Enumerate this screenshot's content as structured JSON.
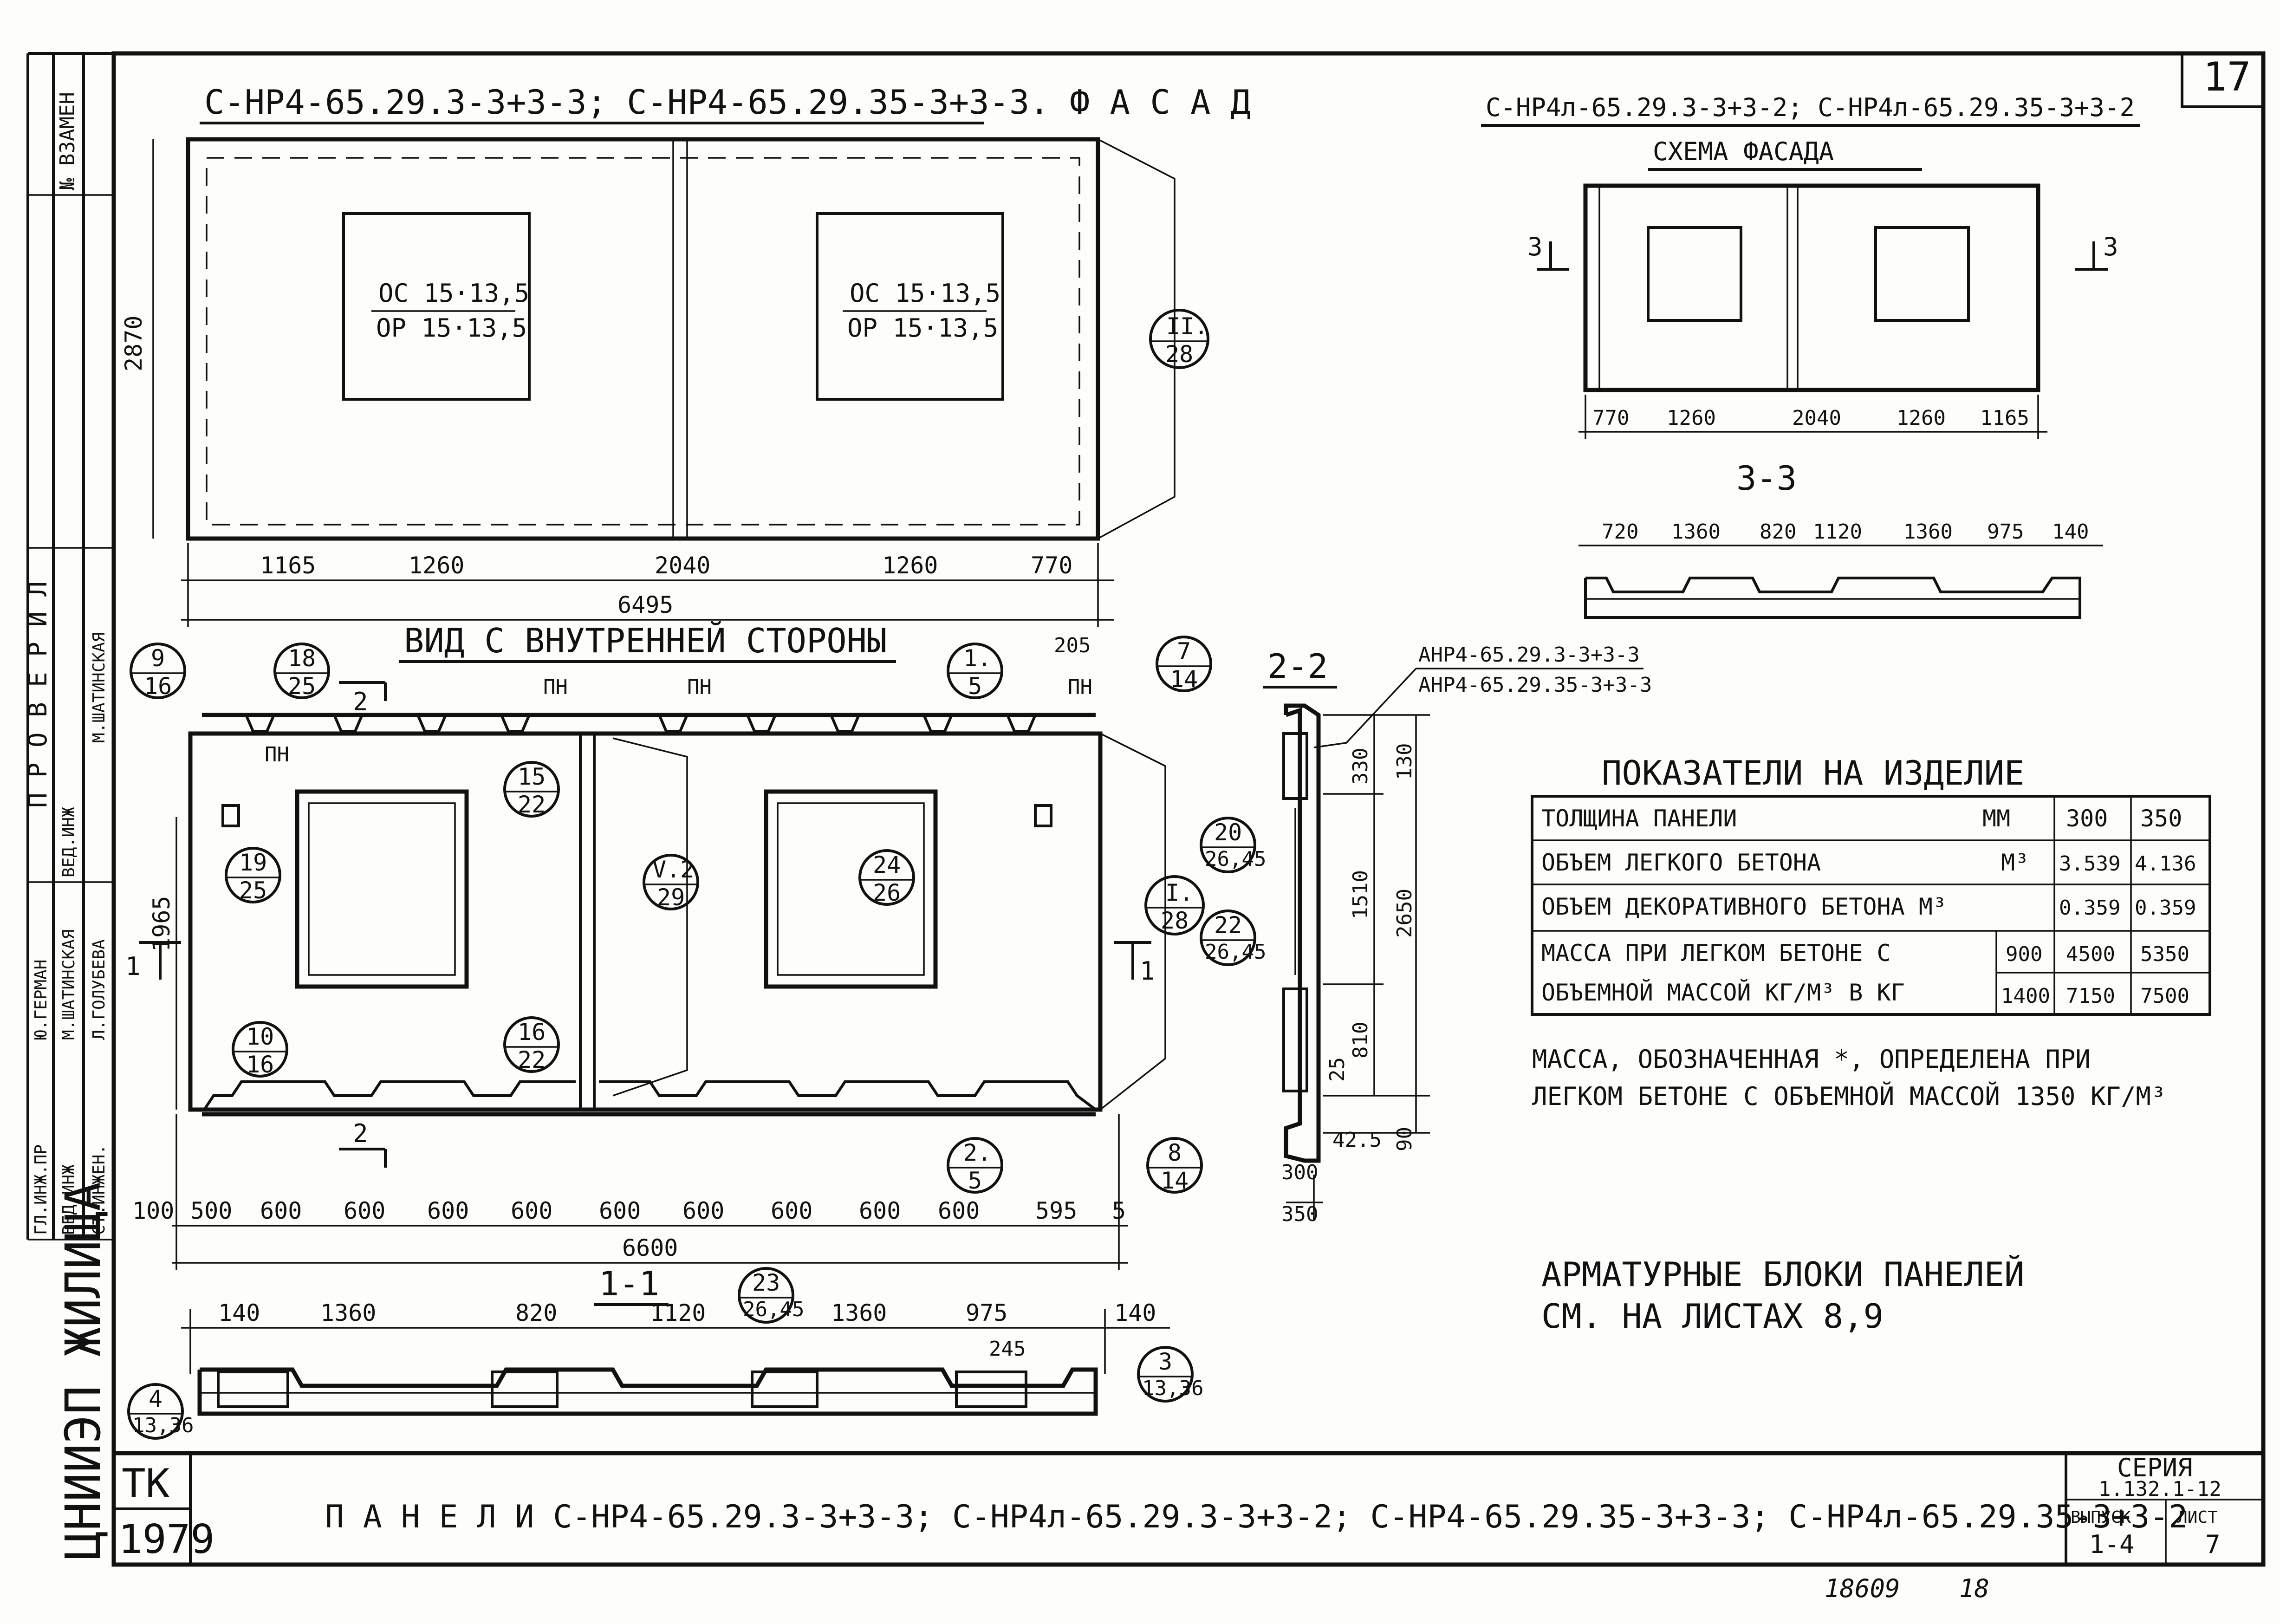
{
  "sheet": {
    "sheet_number": "17",
    "side_stamp": {
      "replace_label": "№ ВЗАМЕН",
      "checked_label": "П Р О В Е Р И Л",
      "roles": [
        "ГЛ.ИНЖ.ПР",
        "ВЕД.ИНЖ",
        "СТ.ИНЖЕН."
      ],
      "names": [
        "Ю.ГЕРМАН",
        "М.ШАТИНСКАЯ",
        "Л.ГОЛУБЕВА"
      ],
      "checker_role": "ВЕД.ИНЖ",
      "checker_name": "М.ШАТИНСКАЯ",
      "org": "ЦНИИЭП ЖИЛИЩА"
    },
    "code": "ТК",
    "year": "1979",
    "bottom_title": "П А Н Е Л И   С-НР4-65.29.3-3+3-3;  С-НР4л-65.29.3-3+3-2;  С-НР4-65.29.35-3+3-3;  С-НР4л-65.29.35-3+3-2",
    "series_label": "СЕРИЯ",
    "series_value": "1.132.1-12",
    "issue_label": "ВЫПУСК",
    "issue_value": "1-4",
    "page_label": "ЛИСТ",
    "page_value": "7",
    "archive_number": "18609",
    "archive_sub": "18"
  },
  "facade": {
    "title": "С-НР4-65.29.3-3+3-3;  С-НР4-65.29.35-3+3-3.  Ф А С А Д",
    "window_label_top": "ОС 15·13,5",
    "window_label_bottom": "ОР 15·13,5",
    "height_dim": "2870",
    "bottom_dims": [
      "1165",
      "1260",
      "2040",
      "1260",
      "770"
    ],
    "total_dim": "6495",
    "callout": {
      "top": "II.",
      "bottom": "28"
    }
  },
  "scheme": {
    "title": "С-НР4л-65.29.3-3+3-2;  С-НР4л-65.29.35-3+3-2",
    "subtitle": "СХЕМА  ФАСАДА",
    "section_mark": "3",
    "dims": [
      "770",
      "1260",
      "2040",
      "1260",
      "1165"
    ],
    "section_title": "3-3",
    "section_dims": [
      "720",
      "1360",
      "820",
      "1120",
      "1360",
      "975",
      "140"
    ]
  },
  "inner_view": {
    "title": "ВИД  С  ВНУТРЕННЕЙ  СТОРОНЫ",
    "pn_label": "ПН",
    "dim_205": "205",
    "height_dim": "1965",
    "section_mark_1": "1",
    "section_mark_2": "2",
    "callouts": [
      {
        "top": "9",
        "bottom": "16"
      },
      {
        "top": "18",
        "bottom": "25"
      },
      {
        "top": "1.",
        "bottom": "5"
      },
      {
        "top": "7",
        "bottom": "14"
      },
      {
        "top": "15",
        "bottom": "22"
      },
      {
        "top": "19",
        "bottom": "25"
      },
      {
        "top": "V.2",
        "bottom": "29"
      },
      {
        "top": "24",
        "bottom": "26"
      },
      {
        "top": "I.",
        "bottom": "28"
      },
      {
        "top": "10",
        "bottom": "16"
      },
      {
        "top": "16",
        "bottom": "22"
      },
      {
        "top": "2.",
        "bottom": "5"
      },
      {
        "top": "8",
        "bottom": "14"
      }
    ],
    "bottom_dims": [
      "100",
      "500",
      "600",
      "600",
      "600",
      "600",
      "600",
      "600",
      "600",
      "600",
      "600",
      "595",
      "5"
    ],
    "total_dim": "6600"
  },
  "section_1_1": {
    "title": "1-1",
    "dims": [
      "140",
      "1360",
      "820",
      "1120",
      "1360",
      "975",
      "140"
    ],
    "dim_245": "245",
    "callouts": [
      {
        "top": "23",
        "bottom": "26,45"
      },
      {
        "top": "4",
        "bottom": "13,36"
      },
      {
        "top": "3",
        "bottom": "13,36"
      }
    ]
  },
  "section_2_2": {
    "title": "2-2",
    "block_labels": [
      "АНР4-65.29.3-3+3-3",
      "АНР4-65.29.35-3+3-3"
    ],
    "callouts": [
      {
        "top": "20",
        "bottom": "26,45"
      },
      {
        "top": "22",
        "bottom": "26,45"
      }
    ],
    "dims_vertical": [
      "130",
      "330",
      "2650",
      "1510",
      "810",
      "25",
      "90"
    ],
    "dim_42": "42.5",
    "thickness_dims": [
      "300",
      "350"
    ]
  },
  "indicators": {
    "title": "ПОКАЗАТЕЛИ НА ИЗДЕЛИЕ",
    "rows": [
      {
        "label": "ТОЛЩИНА ПАНЕЛИ",
        "unit": "ММ",
        "v1": "300",
        "v2": "350"
      },
      {
        "label": "ОБЪЕМ ЛЕГКОГО БЕТОНА",
        "unit": "М³",
        "v1": "3.539",
        "v2": "4.136"
      },
      {
        "label": "ОБЪЕМ ДЕКОРАТИВНОГО БЕТОНА М³",
        "unit": "",
        "v1": "0.359",
        "v2": "0.359"
      }
    ],
    "mass_label_1": "МАССА ПРИ ЛЕГКОМ БЕТОНЕ С",
    "mass_label_2": "ОБЪЕМНОЙ МАССОЙ КГ/М³ В КГ",
    "mass_rows": [
      {
        "density": "900",
        "v1": "4500",
        "v2": "5350"
      },
      {
        "density": "1400",
        "v1": "7150",
        "v2": "7500"
      }
    ]
  },
  "notes": {
    "mass_note_1": "МАССА, ОБОЗНАЧЕННАЯ *, ОПРЕДЕЛЕНА ПРИ",
    "mass_note_2": "ЛЕГКОМ БЕТОНЕ С ОБЪЕМНОЙ МАССОЙ 1350 КГ/М³",
    "rebar_note_1": "АРМАТУРНЫЕ БЛОКИ ПАНЕЛЕЙ",
    "rebar_note_2": "СМ. НА ЛИСТАХ 8,9"
  }
}
